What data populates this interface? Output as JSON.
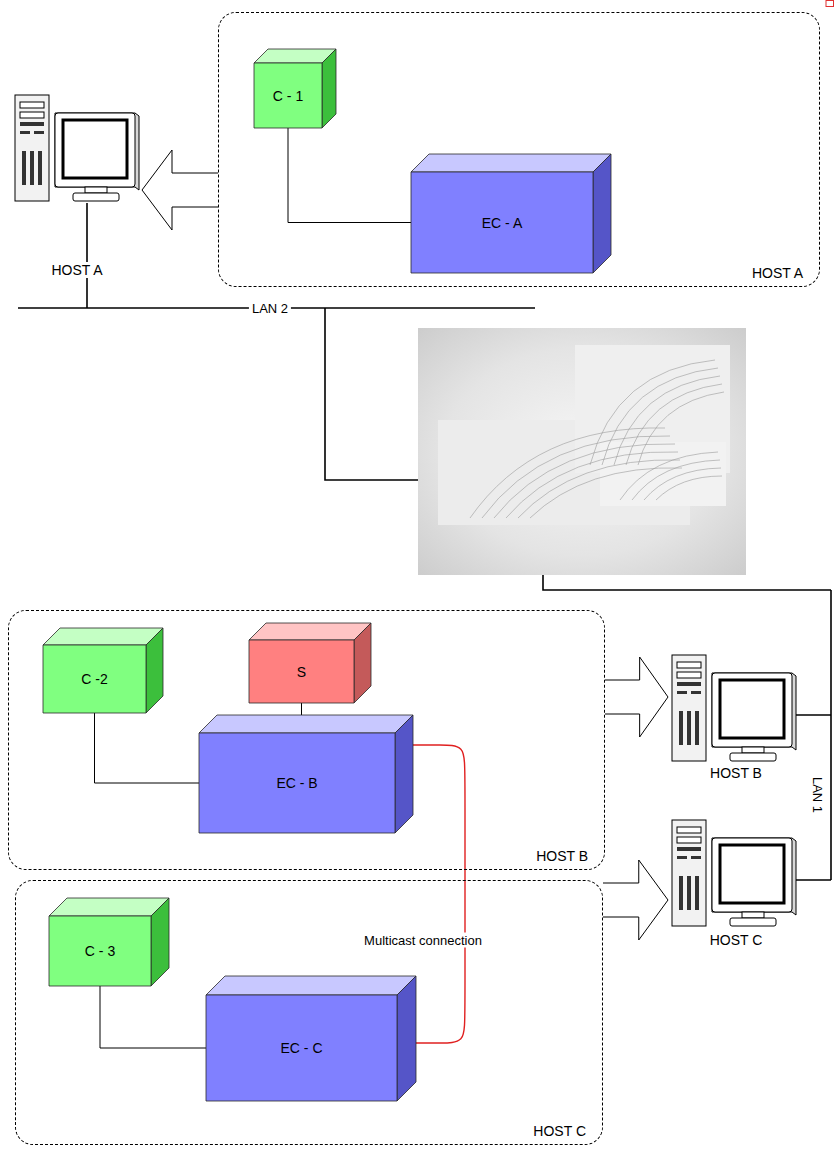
{
  "diagram": {
    "nodes": [
      {
        "text": [
          "HOST A"
        ]
      },
      {
        "text": [
          "C - 1"
        ],
        "in": 0
      },
      {
        "text": [
          "EC - A"
        ],
        "in": 0
      },
      {
        "text": [
          "HOST A"
        ]
      },
      {
        "text": [
          "HOST B"
        ]
      },
      {
        "text": [
          "C -2"
        ],
        "in": 4
      },
      {
        "text": [
          "S"
        ],
        "in": 4
      },
      {
        "text": [
          "EC - B"
        ],
        "in": 4
      },
      {
        "text": [
          "HOST B"
        ]
      },
      {
        "text": [
          "HOST C"
        ]
      },
      {
        "text": [
          "C - 3"
        ],
        "in": 9
      },
      {
        "text": [
          "EC - C"
        ],
        "in": 9
      },
      {
        "text": [
          "HOST C"
        ]
      }
    ],
    "edges": [
      {
        "from": 1,
        "to": 2,
        "arrow": "none"
      },
      {
        "from": 0,
        "to": 3,
        "arrow": "to"
      },
      {
        "from": 5,
        "to": 7,
        "arrow": "none"
      },
      {
        "from": 6,
        "to": 7,
        "arrow": "none"
      },
      {
        "from": 4,
        "to": 8,
        "arrow": "to"
      },
      {
        "from": 7,
        "to": 11,
        "label": "Multicast connection",
        "arrow": "none"
      },
      {
        "from": 10,
        "to": 11,
        "arrow": "none"
      },
      {
        "from": 9,
        "to": 12,
        "arrow": "to"
      }
    ],
    "labels": [
      "LAN 2",
      "LAN 1"
    ]
  }
}
